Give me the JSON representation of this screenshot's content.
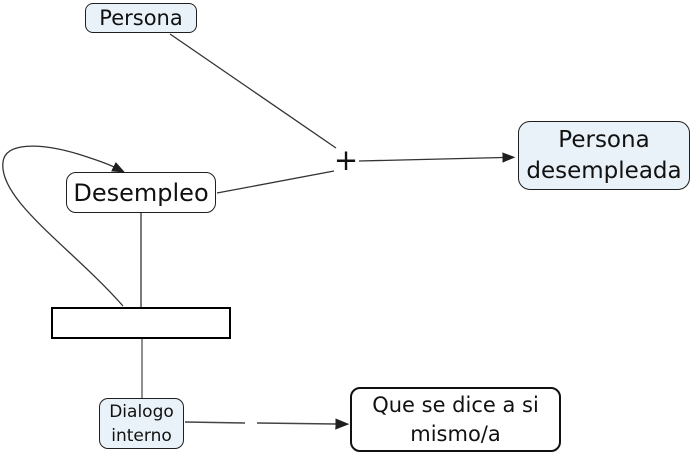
{
  "diagram": {
    "kind": "concept-map",
    "background": "#ffffff",
    "colors": {
      "node_fill_tinted": "#e9f2f8",
      "node_fill_plain": "#ffffff",
      "node_border": "#1f1f1f",
      "connector": "#333333",
      "text": "#111111"
    },
    "nodes": {
      "persona": {
        "label": "Persona",
        "fill": "#e9f2f8"
      },
      "desempleo": {
        "label": "Desempleo",
        "fill": "#ffffff"
      },
      "persona_desempleada": {
        "label": "Persona desempleada",
        "fill": "#e9f2f8"
      },
      "empty_box": {
        "label": "",
        "fill": "#ffffff"
      },
      "dialogo_interno": {
        "label": "Dialogo interno",
        "fill": "#e9f2f8"
      },
      "que_se_dice": {
        "label": "Que se dice a si mismo/a",
        "fill": "#ffffff"
      }
    },
    "junction": {
      "label": "+"
    },
    "edges": [
      {
        "from": "Persona",
        "to": "+",
        "style": "solid",
        "arrow": false
      },
      {
        "from": "Desempleo",
        "to": "+",
        "style": "solid",
        "arrow": false
      },
      {
        "from": "+",
        "to": "Persona desempleada",
        "style": "solid",
        "arrow": true
      },
      {
        "from": "empty box",
        "to": "Desempleo",
        "style": "curved",
        "arrow": true
      },
      {
        "from": "Desempleo",
        "to": "empty box",
        "style": "solid",
        "arrow": false
      },
      {
        "from": "empty box",
        "to": "Dialogo interno",
        "style": "solid",
        "arrow": false
      },
      {
        "from": "Dialogo interno",
        "to": "Que se dice a si mismo/a",
        "style": "dashed",
        "arrow": true
      }
    ]
  }
}
